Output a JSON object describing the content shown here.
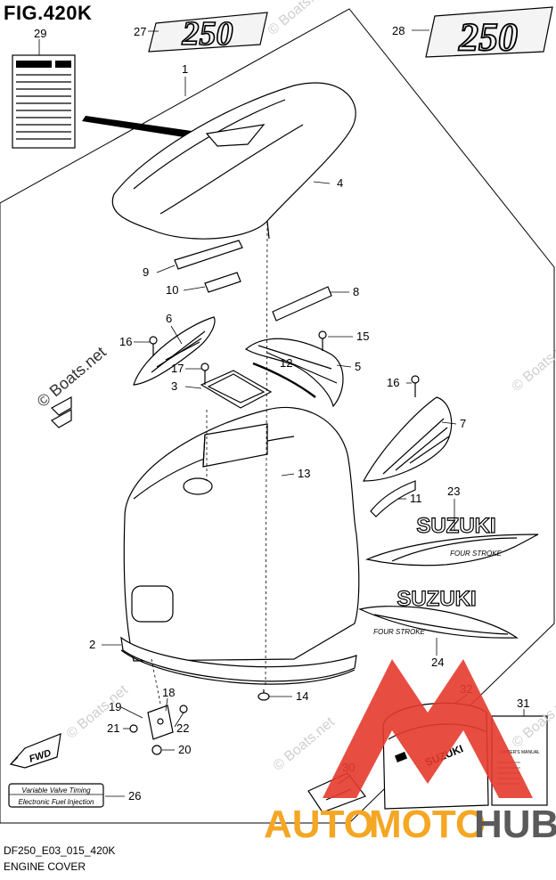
{
  "figure": {
    "title": "FIG.420K",
    "code": "DF250_E03_015_420K",
    "name": "ENGINE COVER"
  },
  "callouts": [
    "1",
    "2",
    "3",
    "4",
    "5",
    "6",
    "7",
    "8",
    "9",
    "10",
    "11",
    "12",
    "13",
    "14",
    "15",
    "16",
    "16",
    "17",
    "18",
    "19",
    "20",
    "21",
    "22",
    "23",
    "24",
    "26",
    "27",
    "28",
    "29",
    "30",
    "31",
    "32"
  ],
  "labels": {
    "decal_250_left": "250",
    "decal_250_right": "250",
    "brand": "SUZUKI",
    "brand_small": "SUZUKI",
    "four_stroke": "FOUR STROKE",
    "fwd": "FWD",
    "vvt_line1": "Variable Valve Timing",
    "vvt_line2": "Electronic Fuel Injection",
    "manual_title": "OWNER'S MANUAL"
  },
  "watermarks": {
    "boats_net": "© Boats.net",
    "brand_auto": "AUTO",
    "brand_moto": "MOTO",
    "brand_hub": "HUB"
  },
  "colors": {
    "line": "#000000",
    "watermark_red": "#e53a2c",
    "watermark_orange": "#f5a623",
    "watermark_gray": "#5a5a5a"
  }
}
